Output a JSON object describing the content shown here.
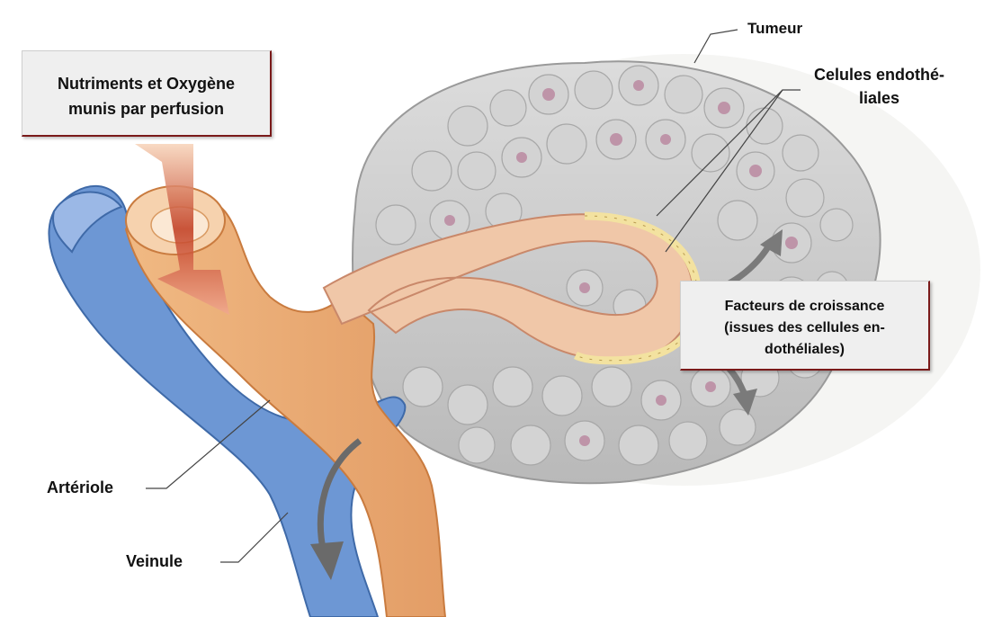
{
  "labels": {
    "tumeur": "Tumeur",
    "celules_line1": "Celules endothé-",
    "celules_line2": "liales",
    "nutriments_line1": "Nutriments et Oxygène",
    "nutriments_line2": "munis par perfusion",
    "facteurs_line1": "Facteurs de croissance",
    "facteurs_line2": "(issues des cellules en-",
    "facteurs_line3": "dothéliales)",
    "arteriole": "Artériole",
    "veinule": "Veinule"
  },
  "colors": {
    "tumor": "#c9c9c9",
    "artery": "#e8a96a",
    "vein": "#6d97d4",
    "box_border": "#7a1a1a",
    "endothelium": "#f3e2a0"
  }
}
